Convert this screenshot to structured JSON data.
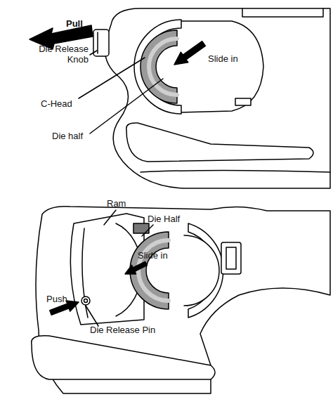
{
  "diagram": {
    "labels": [
      "Pull",
      "Die Release Knob",
      "Slide in",
      "C-Head",
      "Die half",
      "Ram",
      "Die Half",
      "Slide in",
      "Push",
      "Die Release Pin"
    ]
  }
}
